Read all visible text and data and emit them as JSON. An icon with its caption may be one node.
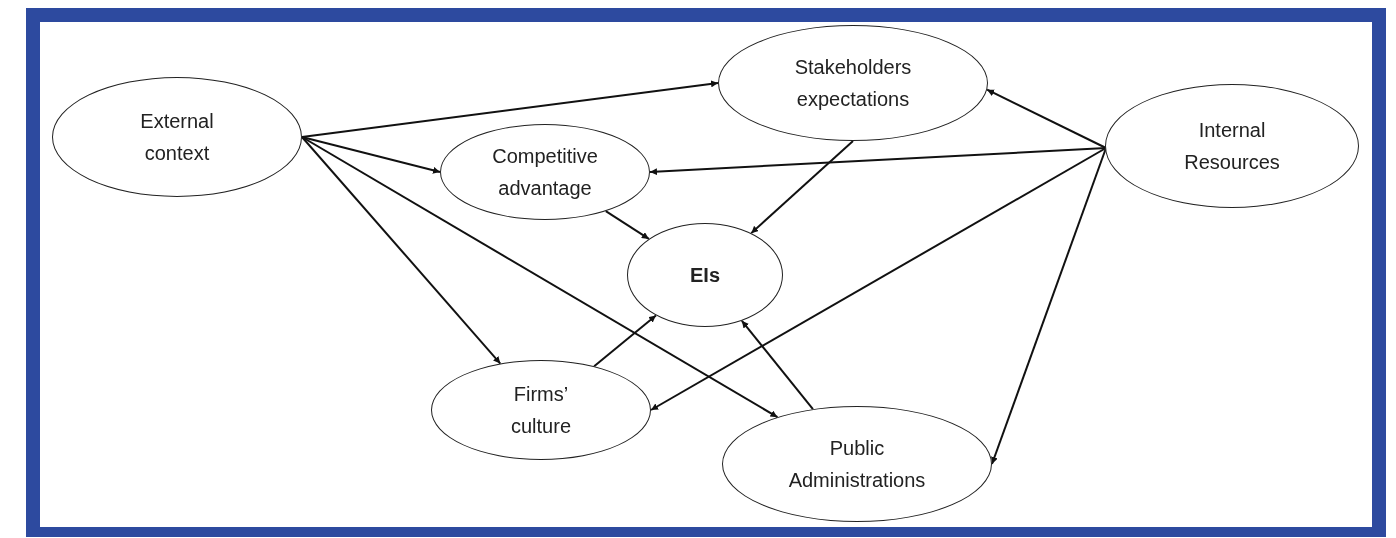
{
  "diagram": {
    "nodes": [
      {
        "text": [
          "External context"
        ]
      },
      {
        "text": [
          "Stakeholders expectations"
        ]
      },
      {
        "text": [
          "Competitive advantage"
        ]
      },
      {
        "text": [
          "Internal Resources"
        ]
      },
      {
        "text": [
          "EIs"
        ]
      },
      {
        "text": [
          "Firms’ culture"
        ]
      },
      {
        "text": [
          "Public Administrations"
        ]
      }
    ],
    "edges": [
      {
        "from": 0,
        "to": 1,
        "arrow": "to"
      },
      {
        "from": 0,
        "to": 2,
        "arrow": "to"
      },
      {
        "from": 0,
        "to": 5,
        "arrow": "to"
      },
      {
        "from": 0,
        "to": 6,
        "arrow": "to"
      },
      {
        "from": 3,
        "to": 1,
        "arrow": "to"
      },
      {
        "from": 3,
        "to": 2,
        "arrow": "to"
      },
      {
        "from": 3,
        "to": 5,
        "arrow": "to"
      },
      {
        "from": 3,
        "to": 6,
        "arrow": "to"
      },
      {
        "from": 1,
        "to": 4,
        "arrow": "to"
      },
      {
        "from": 2,
        "to": 4,
        "arrow": "to"
      },
      {
        "from": 5,
        "to": 4,
        "arrow": "to"
      },
      {
        "from": 6,
        "to": 4,
        "arrow": "to"
      }
    ]
  }
}
